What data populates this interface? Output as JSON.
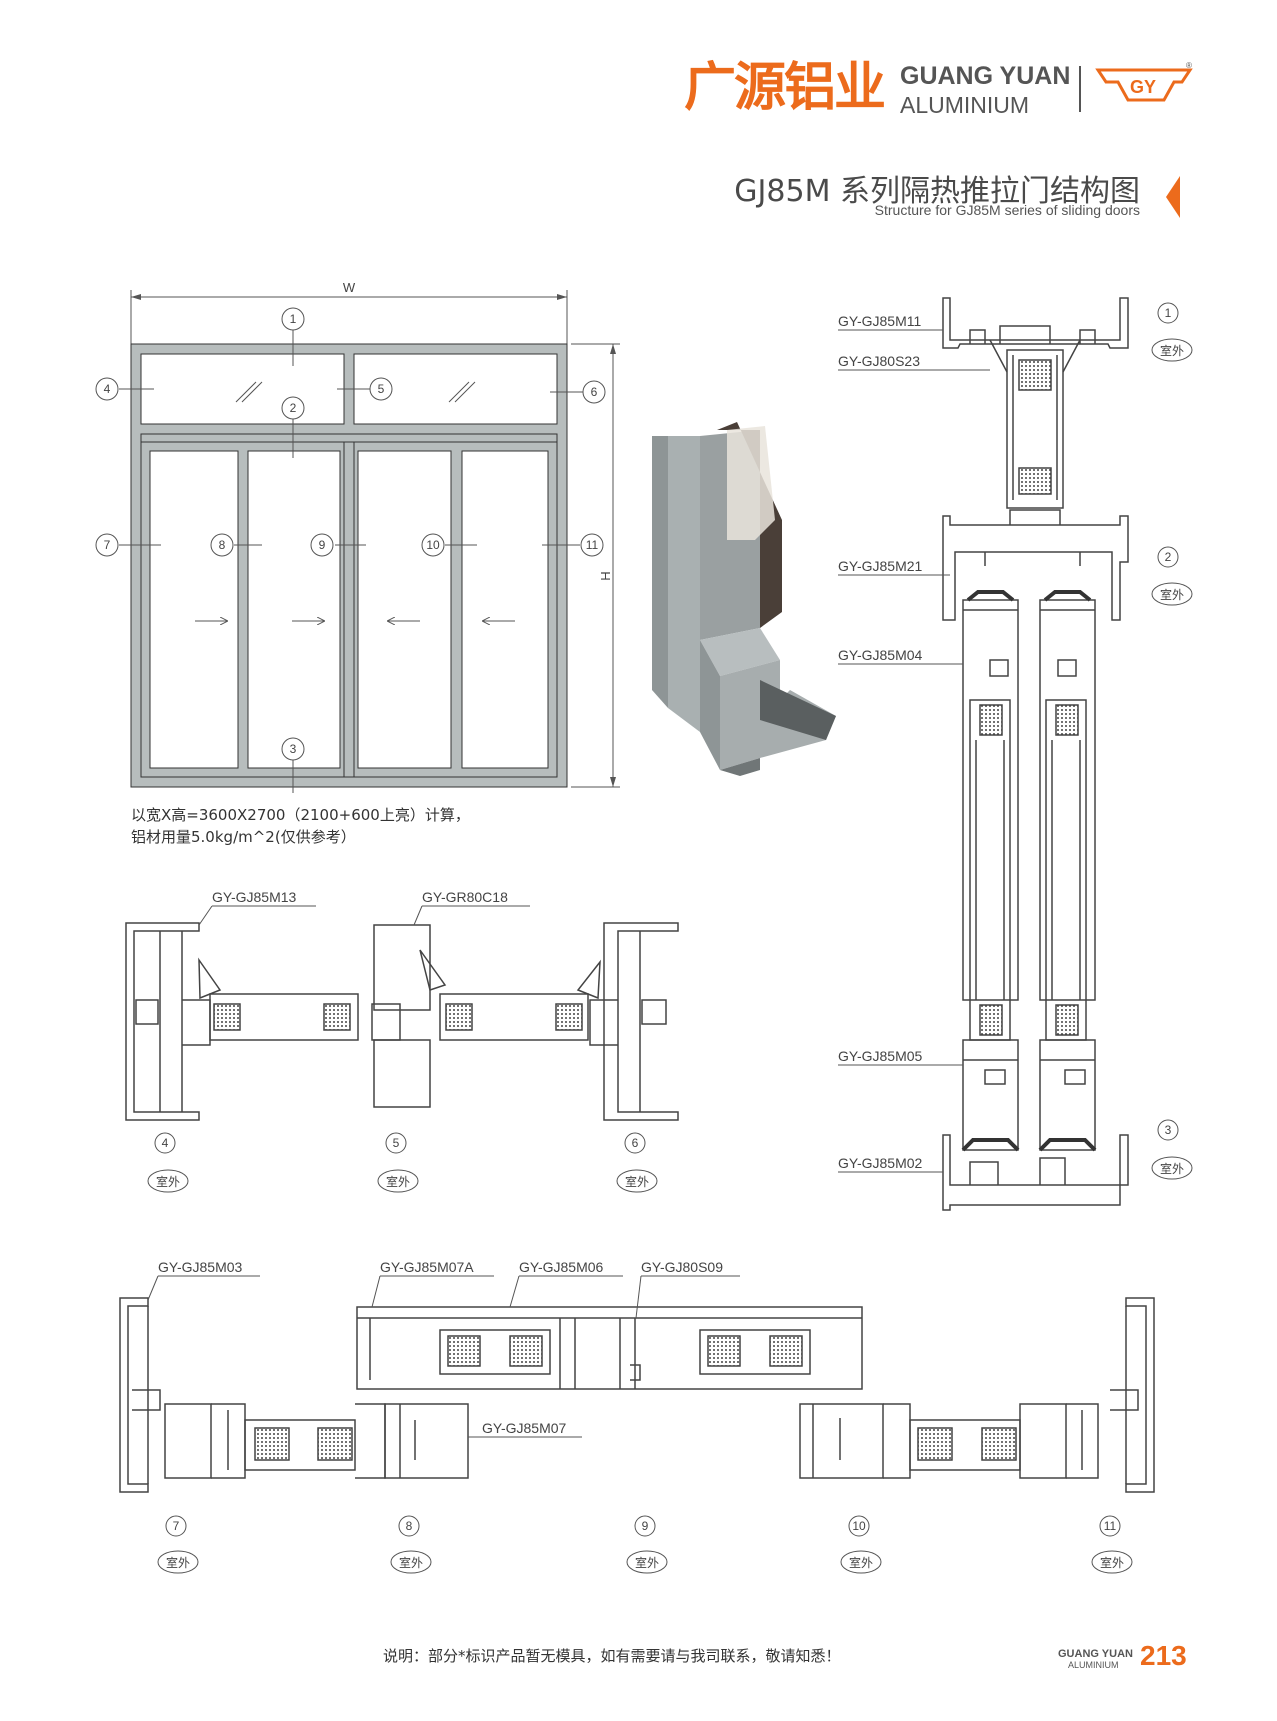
{
  "header": {
    "brand_cn": "广源铝业",
    "brand_en_line1": "GUANG YUAN",
    "brand_en_line2": "ALUMINIUM",
    "title": "GJ85M 系列隔热推拉门结构图",
    "subtitle": "Structure for GJ85M series of sliding doors",
    "accent_color": "#ec6b1c"
  },
  "elevation": {
    "width_label": "W",
    "height_label": "H",
    "calc_line1": "以宽X高=3600X2700（2100+600上亮）计算，",
    "calc_line2": "铝材用量5.0kg/m^2(仅供参考）",
    "callouts": [
      "1",
      "2",
      "3",
      "4",
      "5",
      "6",
      "7",
      "8",
      "9",
      "10",
      "11"
    ]
  },
  "vertical_section": {
    "labels": [
      "GY-GJ85M11",
      "GY-GJ80S23",
      "GY-GJ85M21",
      "GY-GJ85M04",
      "GY-GJ85M05",
      "GY-GJ85M02"
    ],
    "numbers": [
      "1",
      "2",
      "3"
    ],
    "outside_label": "室外"
  },
  "transom_section": {
    "labels": [
      "GY-GJ85M13",
      "GY-GR80C18"
    ],
    "numbers": [
      "4",
      "5",
      "6"
    ],
    "outside_label": "室外"
  },
  "door_section": {
    "labels": [
      "GY-GJ85M03",
      "GY-GJ85M07A",
      "GY-GJ85M06",
      "GY-GJ80S09",
      "GY-GJ85M07"
    ],
    "numbers": [
      "7",
      "8",
      "9",
      "10",
      "11"
    ],
    "outside_label": "室外"
  },
  "footer": {
    "note": "说明：部分*标识产品暂无模具，如有需要请与我司联系，敬请知悉！",
    "brand_line1": "GUANG YUAN",
    "brand_line2": "ALUMINIUM",
    "page_number": "213"
  }
}
